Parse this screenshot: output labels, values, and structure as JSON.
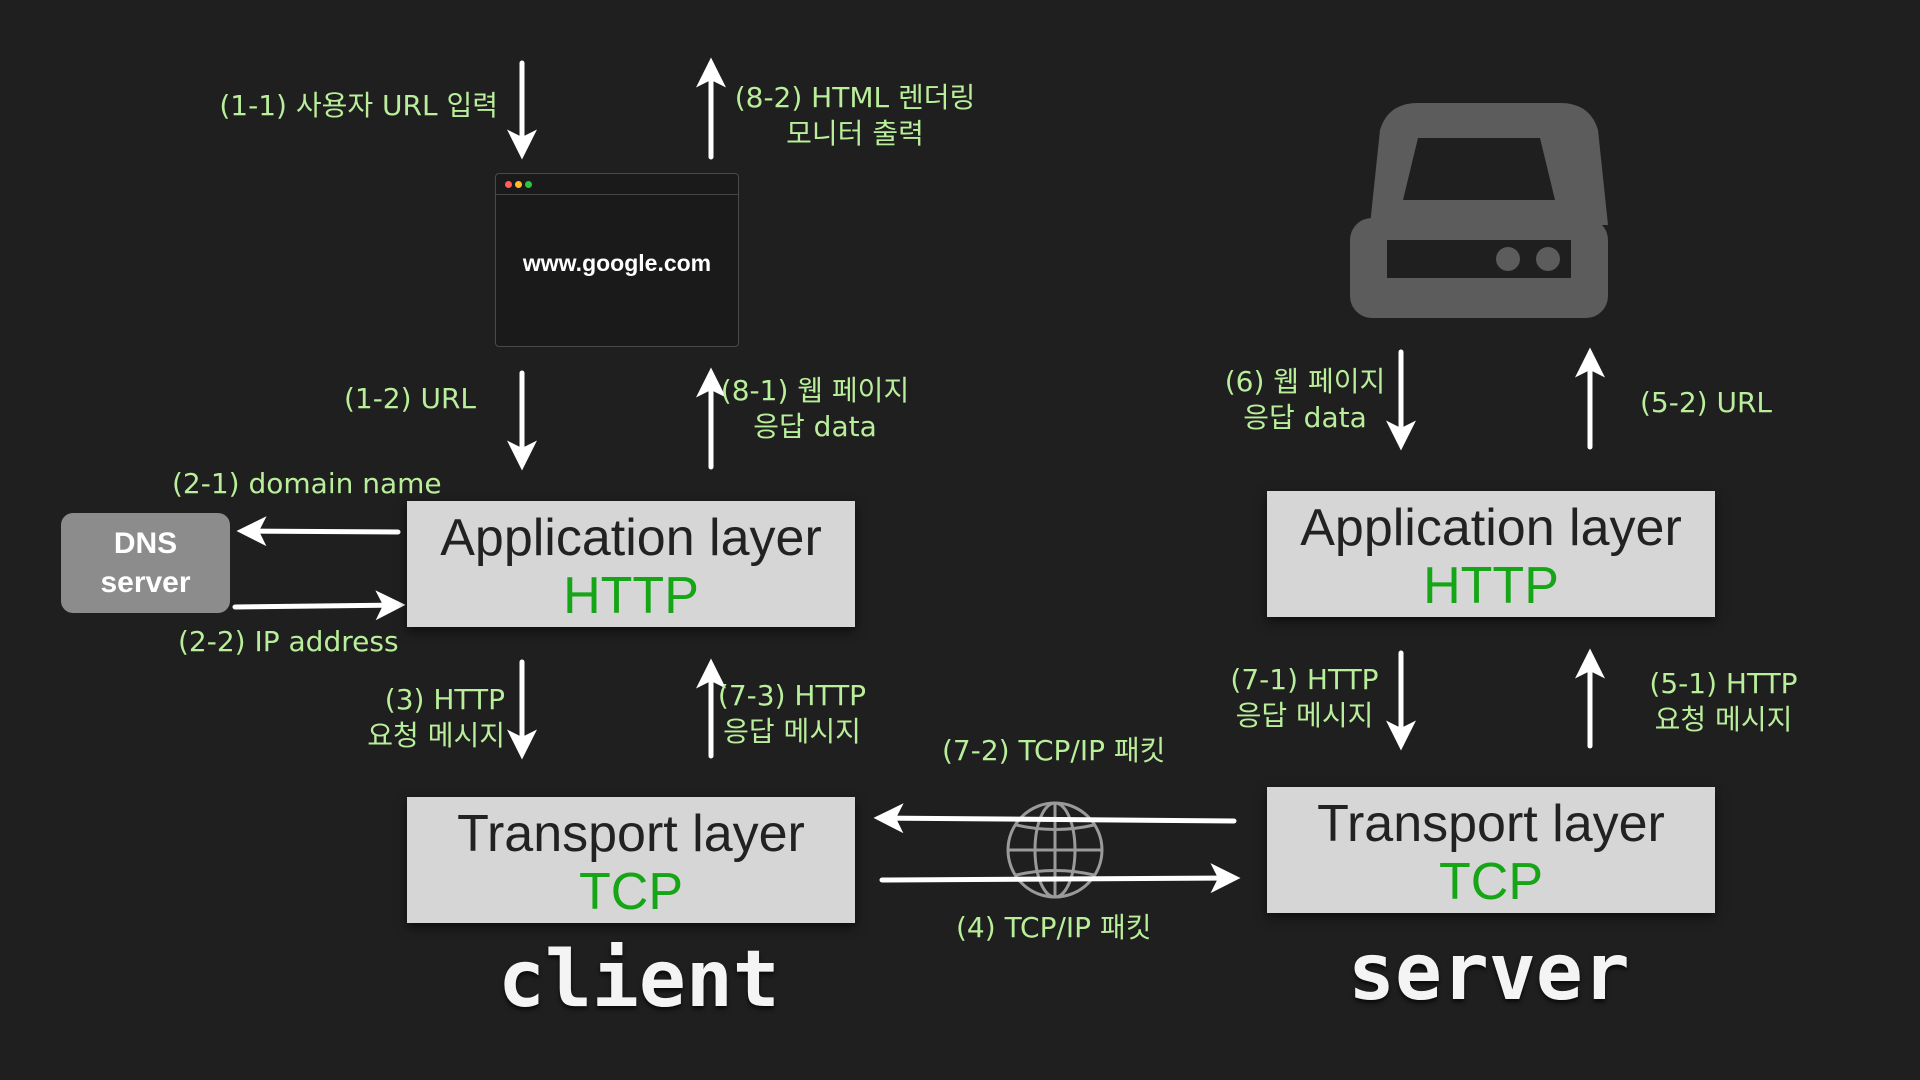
{
  "browser": {
    "url": "www.google.com"
  },
  "dns": {
    "line1": "DNS",
    "line2": "server"
  },
  "client": {
    "application": {
      "title": "Application layer",
      "protocol": "HTTP"
    },
    "transport": {
      "title": "Transport layer",
      "protocol": "TCP"
    },
    "caption": "client"
  },
  "server": {
    "application": {
      "title": "Application layer",
      "protocol": "HTTP"
    },
    "transport": {
      "title": "Transport layer",
      "protocol": "TCP"
    },
    "caption": "server"
  },
  "labels": {
    "s1_1": "(1-1) 사용자 URL 입력",
    "s8_2": [
      "(8-2) HTML 렌더링",
      "모니터 출력"
    ],
    "s1_2": "(1-2) URL",
    "s8_1": [
      "(8-1) 웹 페이지",
      "응답 data"
    ],
    "s2_1": "(2-1) domain name",
    "s2_2": "(2-2) IP address",
    "s3": [
      "(3) HTTP",
      "요청 메시지"
    ],
    "s7_3": [
      "(7-3) HTTP",
      "응답 메시지"
    ],
    "s7_2": "(7-2) TCP/IP 패킷",
    "s4": "(4) TCP/IP 패킷",
    "s6": [
      "(6) 웹 페이지",
      "응답 data"
    ],
    "s5_2": "(5-2) URL",
    "s7_1": [
      "(7-1) HTTP",
      "응답 메시지"
    ],
    "s5_1": [
      "(5-1) HTTP",
      "요청 메시지"
    ]
  },
  "icons": [
    "server-drive-icon",
    "globe-icon",
    "browser-window-icon"
  ],
  "colors": {
    "background": "#1f1f1f",
    "label": "#b9ee9a",
    "protocol": "#16a516",
    "box": "#d6d6d6",
    "server_icon": "#5c5c5c"
  }
}
